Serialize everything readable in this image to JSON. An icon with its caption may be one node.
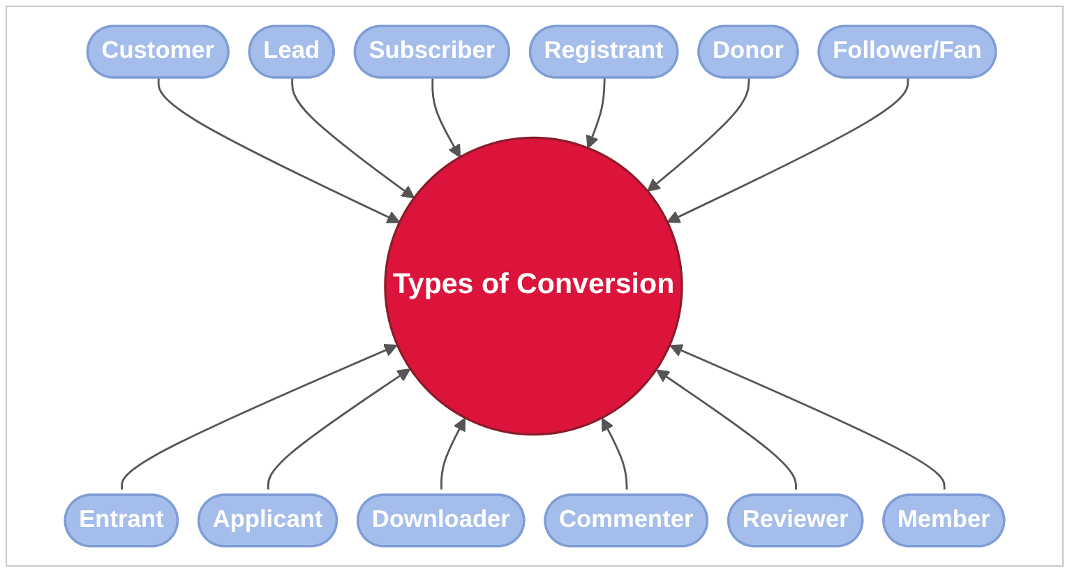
{
  "diagram": {
    "nodes": [
      {
        "text": [
          "Types of Conversion"
        ]
      },
      {
        "text": [
          "Subscriber"
        ]
      },
      {
        "text": [
          "Lead"
        ]
      },
      {
        "text": [
          "Registrant"
        ]
      },
      {
        "text": [
          "Customer"
        ]
      },
      {
        "text": [
          "Donor"
        ]
      },
      {
        "text": [
          "Entrant"
        ]
      },
      {
        "text": [
          "Follower/Fan"
        ]
      },
      {
        "text": [
          "Applicant"
        ]
      },
      {
        "text": [
          "Member"
        ]
      },
      {
        "text": [
          "Downloader"
        ]
      },
      {
        "text": [
          "Reviewer"
        ]
      },
      {
        "text": [
          "Commenter"
        ]
      }
    ],
    "edges": [
      {
        "from": 4,
        "to": 0,
        "arrow": "to"
      },
      {
        "from": 2,
        "to": 0,
        "arrow": "to"
      },
      {
        "from": 1,
        "to": 0,
        "arrow": "to"
      },
      {
        "from": 3,
        "to": 0,
        "arrow": "to"
      },
      {
        "from": 5,
        "to": 0,
        "arrow": "to"
      },
      {
        "from": 7,
        "to": 0,
        "arrow": "to"
      },
      {
        "from": 6,
        "to": 0,
        "arrow": "to"
      },
      {
        "from": 8,
        "to": 0,
        "arrow": "to"
      },
      {
        "from": 10,
        "to": 0,
        "arrow": "to"
      },
      {
        "from": 12,
        "to": 0,
        "arrow": "to"
      },
      {
        "from": 11,
        "to": 0,
        "arrow": "to"
      },
      {
        "from": 9,
        "to": 0,
        "arrow": "to"
      }
    ]
  }
}
